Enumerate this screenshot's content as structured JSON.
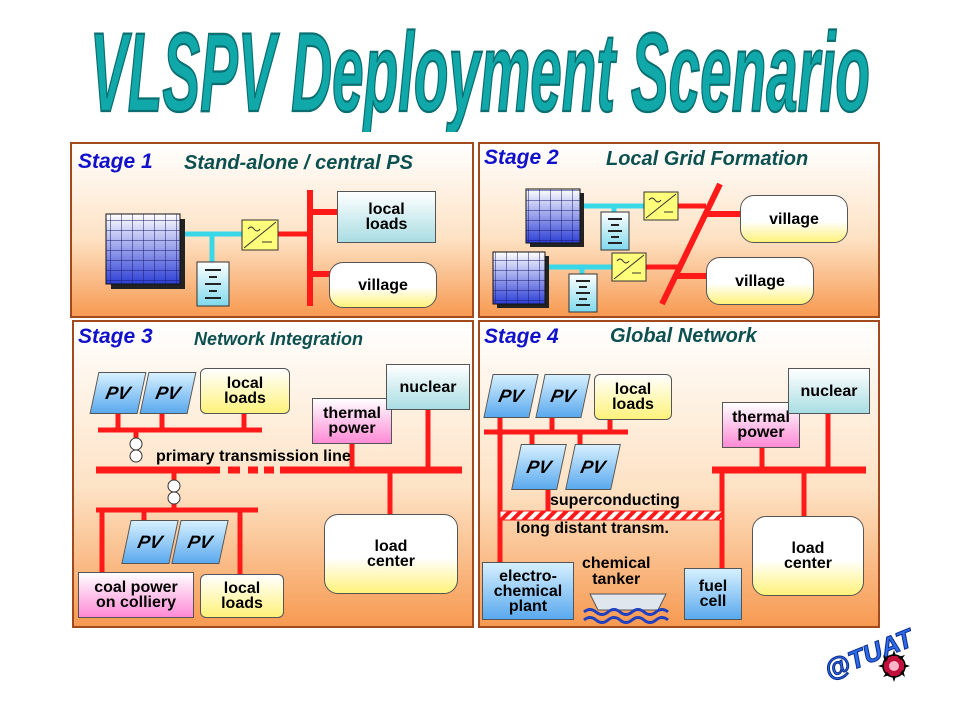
{
  "title": "VLSPV Deployment Scenario",
  "colors": {
    "title_fill": "#0f9ea0",
    "line_red": "#ff1a1a",
    "line_cyan": "#39d8e8",
    "panel_border": "#a04a1e",
    "stage_text": "#1111cc",
    "heading_text": "#0c5050"
  },
  "panels": [
    {
      "stage": "Stage 1",
      "heading": "Stand-alone / central PS",
      "boxes": {
        "local_loads": "local\nloads",
        "village": "village"
      }
    },
    {
      "stage": "Stage 2",
      "heading": "Local Grid Formation",
      "boxes": {
        "village_a": "village",
        "village_b": "village"
      }
    },
    {
      "stage": "Stage 3",
      "heading": "Network Integration",
      "labels": {
        "pv": "PV",
        "local_loads_top": "local\nloads",
        "thermal": "thermal\npower",
        "nuclear": "nuclear",
        "primary_line": "primary transmission line",
        "load_center": "load\ncenter",
        "coal": "coal power\non colliery",
        "local_loads_bottom": "local\nloads"
      }
    },
    {
      "stage": "Stage 4",
      "heading": "Global Network",
      "labels": {
        "pv": "PV",
        "local_loads": "local\nloads",
        "thermal": "thermal\npower",
        "nuclear": "nuclear",
        "superconducting": "superconducting",
        "long_distant": "long distant transm.",
        "load_center": "load\ncenter",
        "electro": "electro-\nchemical\nplant",
        "chemical_tanker": "chemical\ntanker",
        "fuel_cell": "fuel\ncell"
      }
    }
  ],
  "logo_text": "@TUAT"
}
